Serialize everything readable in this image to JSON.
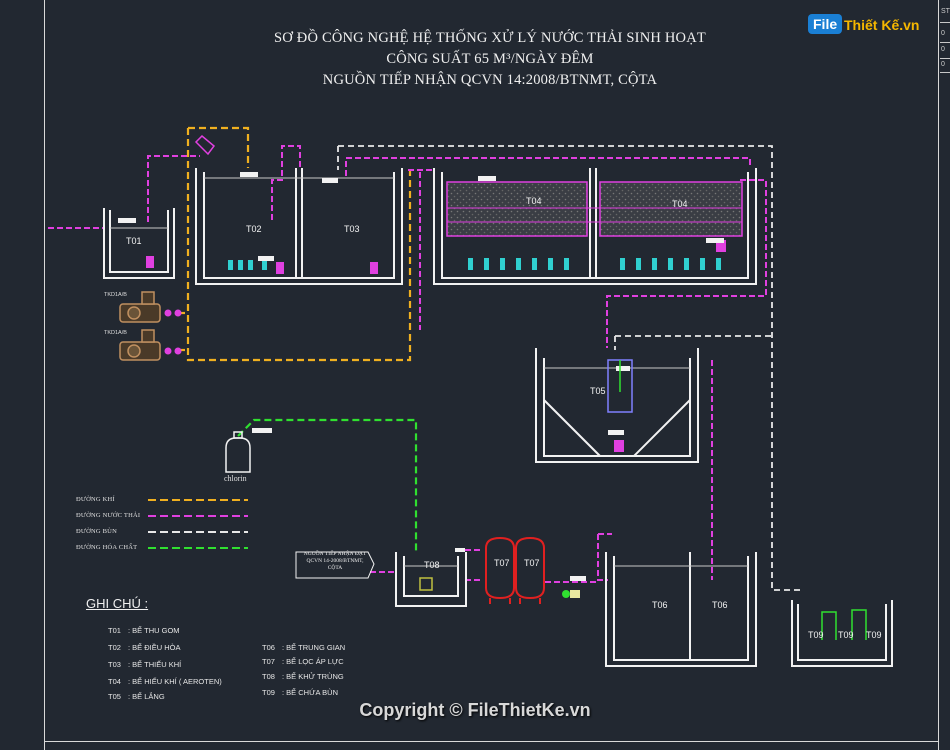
{
  "title": {
    "line1": "SƠ ĐỒ CÔNG NGHỆ HỆ THỐNG XỬ LÝ NƯỚC THẢI SINH HOẠT",
    "line2": "CÔNG SUẤT 65 M³/NGÀY ĐÊM",
    "line3": "NGUỒN TIẾP NHẬN QCVN 14:2008/BTNMT, CỘTA"
  },
  "logo": {
    "file": "File",
    "rest": "Thiết Kế.vn"
  },
  "tanks": {
    "t01": "T01",
    "t02": "T02",
    "t03": "T03",
    "t04a": "T04",
    "t04b": "T04",
    "t05": "T05",
    "t06a": "T06",
    "t06b": "T06",
    "t07a": "T07",
    "t07b": "T07",
    "t08": "T08",
    "t09a": "T09",
    "t09b": "T09",
    "t09c": "T09"
  },
  "blowers": {
    "b1": "TKD1A/B",
    "b2": "TKD1A/B"
  },
  "chlorin": "chlorin",
  "outlet_box": {
    "line1": "NGUỒN TIẾP NHẬN ĐẠT",
    "line2": "QCVN 14-2008/BTNMT,",
    "line3": "CỘTA"
  },
  "legend": [
    {
      "label": "ĐƯỜNG KHÍ",
      "color": "#f0b020"
    },
    {
      "label": "ĐƯỜNG NƯỚC THẢI",
      "color": "#e040e0"
    },
    {
      "label": "ĐƯỜNG BÙN",
      "color": "#e8e8e8"
    },
    {
      "label": "ĐƯỜNG HÓA CHẤT",
      "color": "#30e030"
    }
  ],
  "notes": {
    "heading": "GHI CHÚ :",
    "left": [
      {
        "code": "T01",
        "desc": ": BỂ THU GOM"
      },
      {
        "code": "T02",
        "desc": ": BỂ ĐIỀU HÒA"
      },
      {
        "code": "T03",
        "desc": ": BỂ THIẾU KHÍ"
      },
      {
        "code": "T04",
        "desc": ": BỂ HIẾU KHÍ ( AEROTEN)"
      },
      {
        "code": "T05",
        "desc": ": BỂ LẮNG"
      }
    ],
    "right": [
      {
        "code": "T06",
        "desc": ": BỂ TRUNG GIAN"
      },
      {
        "code": "T07",
        "desc": ": BỂ LỌC ÁP LỰC"
      },
      {
        "code": "T08",
        "desc": ": BỂ KHỬ TRÙNG"
      },
      {
        "code": "T09",
        "desc": ": BỂ CHỨA BÙN"
      }
    ]
  },
  "titleblock": [
    "ST",
    "0",
    "0",
    "0"
  ],
  "copyright": "Copyright © FileThietKe.vn",
  "colors": {
    "air": "#f0b020",
    "wastewater": "#e040e0",
    "sludge": "#e8e8e8",
    "chemical": "#30e030",
    "background": "#222831",
    "tank_outline": "#f2f2f2",
    "filter_red": "#e02020"
  }
}
